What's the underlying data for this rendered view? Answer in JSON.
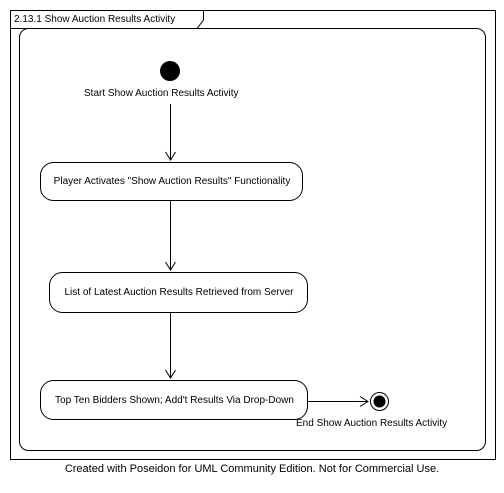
{
  "frame": {
    "title": "2.13.1  Show Auction Results Activity"
  },
  "start": {
    "label": "Start Show Auction Results Activity"
  },
  "activities": [
    {
      "label": "Player Activates \"Show Auction Results\" Functionality"
    },
    {
      "label": "List of Latest Auction Results Retrieved from Server"
    },
    {
      "label": "Top Ten Bidders Shown; Add't Results Via Drop-Down"
    }
  ],
  "end": {
    "label": "End Show Auction Results Activity"
  },
  "footer": {
    "text": "Created with Poseidon for UML Community Edition. Not for Commercial Use."
  }
}
